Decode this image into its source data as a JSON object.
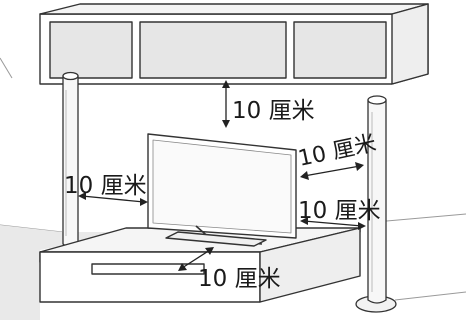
{
  "clearance_labels": {
    "above": "10 厘米",
    "left": "10 厘米",
    "right_upper": "10 厘米",
    "right_lower": "10 厘米",
    "front": "10 厘米"
  }
}
